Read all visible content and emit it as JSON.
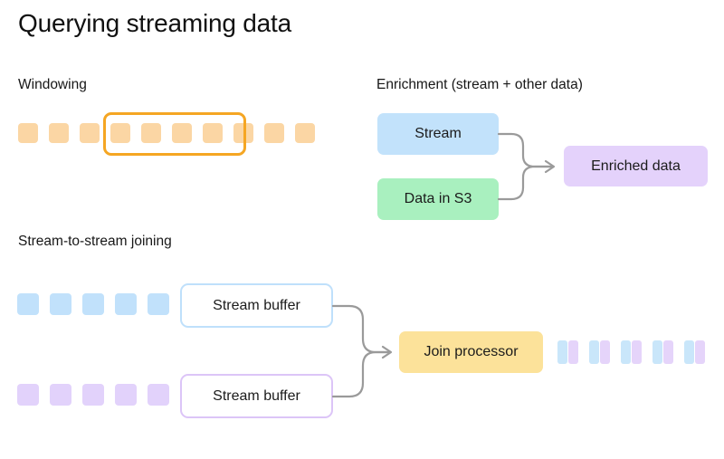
{
  "page": {
    "title": "Querying streaming data",
    "background": "#ffffff"
  },
  "sections": {
    "windowing": {
      "title": "Windowing",
      "stream": {
        "chip_color": "#fbd6a4",
        "chip_count": 10,
        "chips_before_window": 3,
        "chips_in_window": 4,
        "chips_after_window": 3
      },
      "window_highlight": {
        "name": "window",
        "border_color": "#f5a623"
      }
    },
    "enrichment": {
      "title": "Enrichment (stream + other data)",
      "nodes": [
        {
          "id": "stream",
          "label": "Stream",
          "color": "#c2e2fb"
        },
        {
          "id": "s3",
          "label": "Data in S3",
          "color": "#a9f0bf"
        },
        {
          "id": "enriched",
          "label": "Enriched data",
          "color": "#e4d2fb"
        }
      ],
      "connector_color": "#9a9a9a"
    },
    "joining": {
      "title": "Stream-to-stream joining",
      "streams": [
        {
          "id": "stream-a",
          "chip_color": "#c1e1fb",
          "chip_count": 5,
          "buffer_label": "Stream buffer",
          "buffer_border": "#bfe0fb"
        },
        {
          "id": "stream-b",
          "chip_color": "#e2d2fb",
          "chip_count": 5,
          "buffer_label": "Stream buffer",
          "buffer_border": "#dcc5f7"
        }
      ],
      "processor": {
        "label": "Join processor",
        "color": "#fce29a"
      },
      "output": {
        "pair_count": 5,
        "left_half_color": "#c9e6fa",
        "right_half_color": "#e5d4fa"
      },
      "connector_color": "#9a9a9a"
    }
  }
}
